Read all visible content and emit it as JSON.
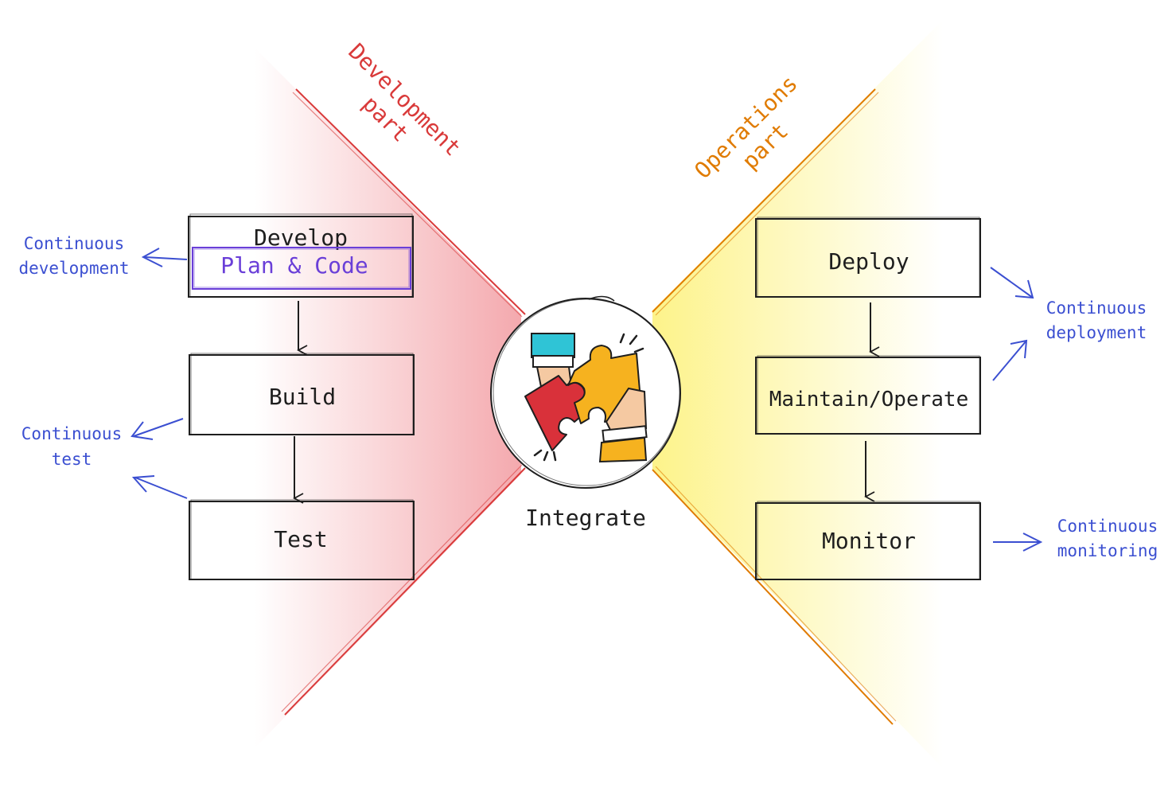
{
  "development_part": {
    "line1": "Development",
    "line2": "part"
  },
  "operations_part": {
    "line1": "Operations",
    "line2": "part"
  },
  "dev_boxes": {
    "develop": "Develop",
    "plan_code": "Plan & Code",
    "build": "Build",
    "test": "Test"
  },
  "ops_boxes": {
    "deploy": "Deploy",
    "maintain": "Maintain/Operate",
    "monitor": "Monitor"
  },
  "center": {
    "label": "Integrate",
    "icon": "puzzle-hands-icon"
  },
  "side_labels": {
    "cont_dev_1": "Continuous",
    "cont_dev_2": "development",
    "cont_test_1": "Continuous",
    "cont_test_2": "test",
    "cont_deploy_1": "Continuous",
    "cont_deploy_2": "deployment",
    "cont_mon_1": "Continuous",
    "cont_mon_2": "monitoring"
  },
  "colors": {
    "dev_red": "#d93a3a",
    "ops_orange": "#e07b00",
    "side_blue": "#3b4fd1",
    "plan_purple": "#6a3fd8"
  }
}
